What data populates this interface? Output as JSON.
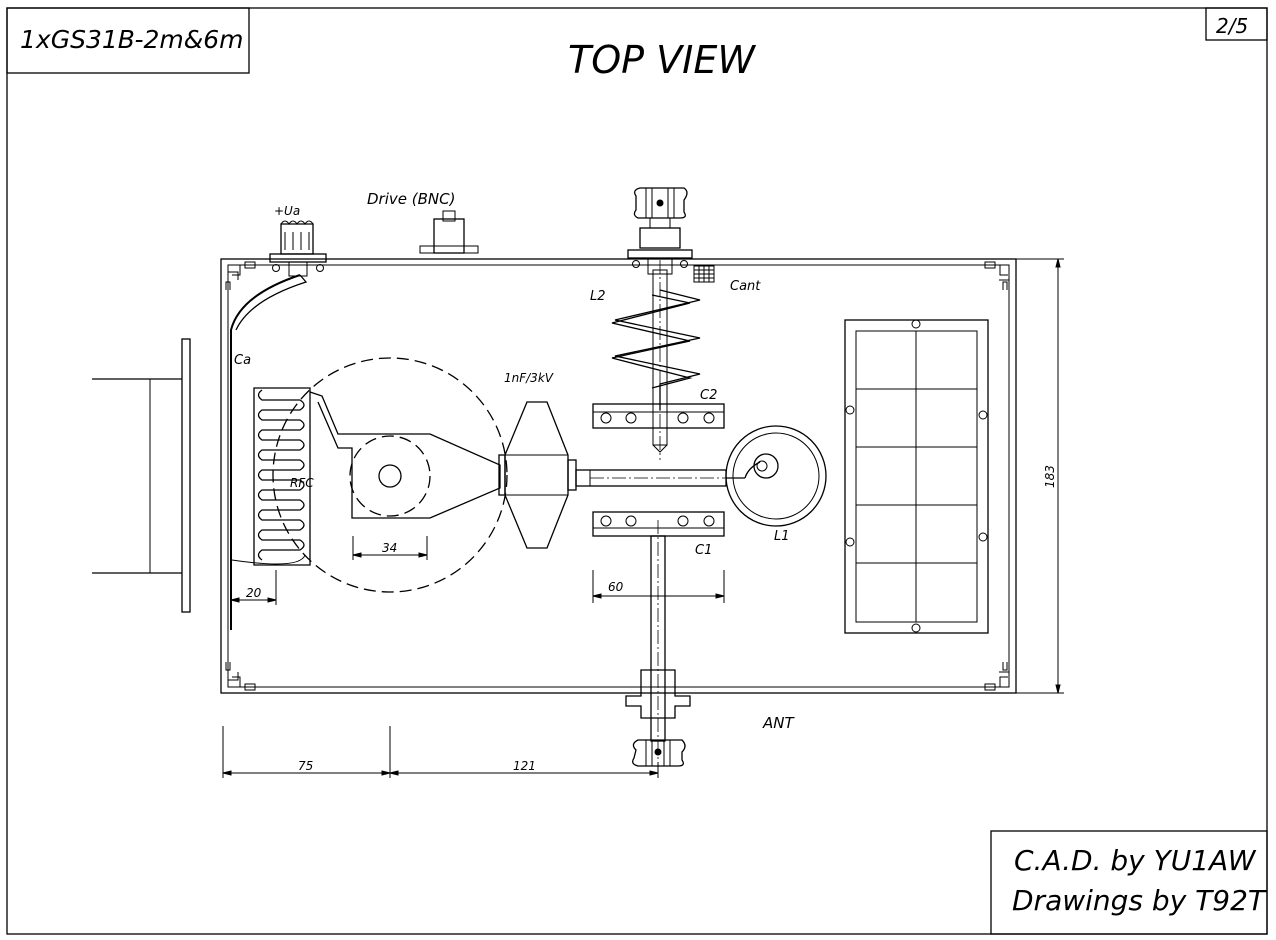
{
  "sheet": {
    "title_block": "1xGS31B-2m&6m",
    "page_number": "2/5",
    "view_title": "TOP VIEW",
    "credit_line_1": "C.A.D. by YU1AW",
    "credit_line_2": "Drawings by T92T"
  },
  "labels": {
    "anode_voltage": "+Ua",
    "drive": "Drive (BNC)",
    "cant": "Cant",
    "l2": "L2",
    "c2": "C2",
    "c1": "C1",
    "l1": "L1",
    "ca": "Ca",
    "rfc": "RFC",
    "cap": "1nF/3kV",
    "ant": "ANT"
  },
  "dimensions": {
    "d34": "34",
    "d20": "20",
    "d60": "60",
    "d75": "75",
    "d121": "121",
    "d183": "183"
  }
}
